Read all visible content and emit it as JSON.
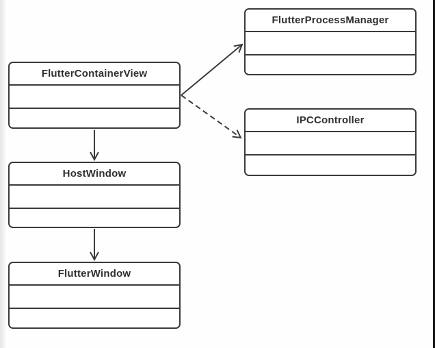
{
  "page": {
    "background": "#fefefe",
    "left_edge_strip_color": "#e6e6e6",
    "right_edge_strip_color": "#181818"
  },
  "diagram": {
    "type": "uml-class-diagram",
    "colors": {
      "node_border": "#3a3a3a",
      "node_fill": "#ffffff",
      "title_text": "#2f2f2f",
      "edge_line": "#3a3a3a"
    },
    "nodes": [
      {
        "id": "flutter-container-view",
        "label": "FlutterContainerView",
        "compartments": 3
      },
      {
        "id": "flutter-process-manager",
        "label": "FlutterProcessManager",
        "compartments": 3
      },
      {
        "id": "ipc-controller",
        "label": "IPCController",
        "compartments": 3
      },
      {
        "id": "host-window",
        "label": "HostWindow",
        "compartments": 3
      },
      {
        "id": "flutter-window",
        "label": "FlutterWindow",
        "compartments": 3
      }
    ],
    "edges": [
      {
        "from": "FlutterContainerView",
        "to": "FlutterProcessManager",
        "line": "solid",
        "arrowhead": "open"
      },
      {
        "from": "FlutterContainerView",
        "to": "IPCController",
        "line": "dashed",
        "arrowhead": "open"
      },
      {
        "from": "FlutterContainerView",
        "to": "HostWindow",
        "line": "solid",
        "arrowhead": "open"
      },
      {
        "from": "HostWindow",
        "to": "FlutterWindow",
        "line": "solid",
        "arrowhead": "open"
      }
    ]
  }
}
